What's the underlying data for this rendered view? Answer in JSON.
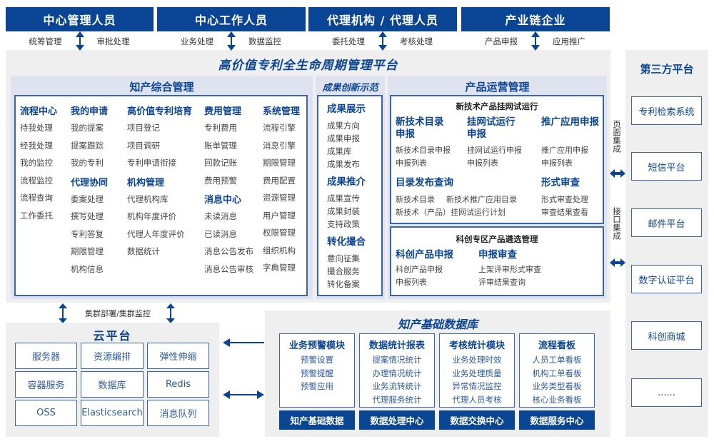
{
  "roles": [
    {
      "name": "中心管理人员",
      "left": "统筹管理",
      "right": "审批处理"
    },
    {
      "name": "中心工作人员",
      "left": "业务处理",
      "right": "数据监控"
    },
    {
      "name": "代理机构 / 代理人员",
      "left": "委托处理",
      "right": "考核处理"
    },
    {
      "name": "产业链企业",
      "left": "产品申报",
      "right": "应用推广"
    }
  ],
  "platform": {
    "title": "高价值专利全生命周期管理平台"
  },
  "ip_mgmt": {
    "title": "知产综合管理",
    "columns": [
      [
        {
          "h": "流程中心",
          "items": [
            "待我处理",
            "经我处理",
            "我的监控",
            "流程监控",
            "流程查询",
            "工作委托"
          ]
        }
      ],
      [
        {
          "h": "我的申请",
          "items": [
            "我的提案",
            "提案跟踪",
            "我的专利"
          ]
        },
        {
          "h": "代理协同",
          "items": [
            "委案处理",
            "撰写处理",
            "专利答复",
            "期限管理",
            "机构信息"
          ]
        }
      ],
      [
        {
          "h": "高价值专利培育",
          "items": [
            "项目登记",
            "项目调研",
            "专利申请衔接"
          ]
        },
        {
          "h": "机构管理",
          "items": [
            "代理机构库",
            "机构年度评价",
            "代理人年度评价",
            "数据统计"
          ]
        }
      ],
      [
        {
          "h": "费用管理",
          "items": [
            "专利费用",
            "账单管理",
            "回款记账",
            "费用预警"
          ]
        },
        {
          "h": "消息中心",
          "items": [
            "未读消息",
            "已读消息",
            "消息公告发布",
            "消息公告审核"
          ]
        }
      ],
      [
        {
          "h": "系统管理",
          "items": [
            "流程引擎",
            "消息引擎",
            "期限管理",
            "费用配置",
            "资源管理",
            "用户管理",
            "权限管理",
            "组织机构",
            "字典管理"
          ]
        }
      ]
    ]
  },
  "achievements": {
    "title": "成果创新示范",
    "groups": [
      {
        "h": "成果展示",
        "items": [
          "成果方向",
          "成果申报",
          "成果库",
          "成果发布"
        ]
      },
      {
        "h": "成果推介",
        "items": [
          "成果宣传",
          "成果封装",
          "支持政策"
        ]
      },
      {
        "h": "转化撮合",
        "items": [
          "意向征集",
          "撮合服务",
          "转化备案"
        ]
      }
    ]
  },
  "product_ops": {
    "title": "产品运营管理",
    "box1": {
      "title": "新技术产品挂网试运行",
      "g1": {
        "h": "新技术目录申报",
        "items": [
          "新技术目录申报",
          "申报列表"
        ]
      },
      "g2": {
        "h": "挂网试运行申报",
        "items": [
          "挂网试运行申报",
          "申报列表"
        ]
      },
      "g3": {
        "h": "推广应用申报",
        "items": [
          "推广应用申报",
          "申报列表"
        ]
      },
      "g4": {
        "h": "目录发布查询",
        "items": [
          "新技术目录",
          "新技术推广应用目录",
          "新技术（产品）挂网试运行计划"
        ]
      },
      "g5": {
        "h": "形式审查",
        "items": [
          "形式审查处理",
          "审查结果查看"
        ]
      }
    },
    "box2": {
      "title": "科创专区产品遴选管理",
      "g1": {
        "h": "科创产品申报",
        "items": [
          "科创产品申报",
          "申报列表"
        ]
      },
      "g2": {
        "h": "申报审查",
        "items": [
          "上架评审形式审查",
          "评审结果查询"
        ]
      }
    }
  },
  "third_party": {
    "title": "第三方平台",
    "items": [
      "专利检索系统",
      "短信平台",
      "邮件平台",
      "数字认证平台",
      "科创商城",
      "......"
    ],
    "labels": [
      "页面集成",
      "接口集成"
    ]
  },
  "cloud": {
    "link_label": "集群部署/集群监控",
    "title": "云平台",
    "cells": [
      "服务器",
      "资源编排",
      "弹性伸缩",
      "容器服务",
      "数据库",
      "Redis",
      "OSS",
      "Elasticsearch",
      "消息队列"
    ]
  },
  "database": {
    "title": "知产基础数据库",
    "modules": [
      {
        "h": "业务预警模块",
        "items": [
          "预警设置",
          "预警提醒",
          "预警应用"
        ],
        "foot": "知产基础数据"
      },
      {
        "h": "数据统计报表",
        "items": [
          "提案情况统计",
          "办理情况统计",
          "业务流转统计",
          "代理服务统计"
        ],
        "foot": "数据处理中心"
      },
      {
        "h": "考核统计模块",
        "items": [
          "业务处理时效",
          "业务处理质量",
          "异常情况监控",
          "代理人员考核"
        ],
        "foot": "数据交换中心"
      },
      {
        "h": "流程看板",
        "items": [
          "人员工单看板",
          "机构工单看板",
          "业务类型看板",
          "核心业务看板"
        ],
        "foot": "数据服务中心"
      }
    ]
  },
  "colors": {
    "primary": "#0a4595",
    "panel": "#dfe2ef",
    "background": "#efefef"
  }
}
